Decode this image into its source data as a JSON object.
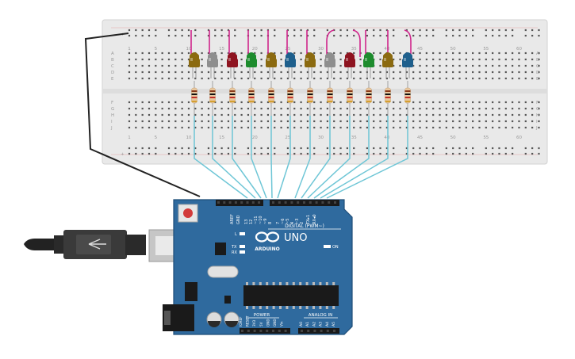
{
  "breadboard": {
    "column_numbers": [
      "1",
      "5",
      "10",
      "15",
      "20",
      "25",
      "30",
      "35",
      "40",
      "45",
      "50",
      "55",
      "60"
    ],
    "row_letters_top": [
      "A",
      "B",
      "C",
      "D",
      "E"
    ],
    "row_letters_bottom": [
      "F",
      "G",
      "H",
      "I",
      "J"
    ],
    "top_rail_plus": "+",
    "bottom_rail_plus": "+"
  },
  "leds": [
    {
      "color": "#8B6A10"
    },
    {
      "color": "#8E8E8E"
    },
    {
      "color": "#8E1420"
    },
    {
      "color": "#1E8C2E"
    },
    {
      "color": "#8B6A10"
    },
    {
      "color": "#1E5F8C"
    },
    {
      "color": "#8B6A10"
    },
    {
      "color": "#8E8E8E"
    },
    {
      "color": "#8E1420"
    },
    {
      "color": "#1E8C2E"
    },
    {
      "color": "#8B6A10"
    },
    {
      "color": "#1E5F8C"
    }
  ],
  "arduino": {
    "aref_label": "AREF",
    "gnd_label": "GND",
    "digital_labels": [
      "13",
      "12",
      "~11",
      "~10",
      "~9",
      "8",
      "7",
      "~6",
      "~5",
      "4",
      "~3",
      "2",
      "TX▸1",
      "RX◂0"
    ],
    "digital_title": "DIGITAL (PWM~)",
    "brand": "ARDUINO",
    "model": "UNO",
    "led_l": "L",
    "led_tx": "TX",
    "led_rx": "RX",
    "on_label": "ON",
    "power_title": "POWER",
    "power_labels": [
      "IOREF",
      "RESET",
      "3V3",
      "5V",
      "GND",
      "GND",
      "Vin"
    ],
    "analog_title": "ANALOG IN",
    "analog_labels": [
      "A0",
      "A1",
      "A2",
      "A3",
      "A4",
      "A5"
    ]
  },
  "colors": {
    "board_blue": "#2F6A9E",
    "board_dark": "#1F4E78",
    "wire_teal": "#6EC6D6",
    "wire_magenta": "#D0268C",
    "gnd_wire": "#222222",
    "breadboard_bg": "#E9E9E9",
    "resistor_body": "#E8C8A0"
  }
}
